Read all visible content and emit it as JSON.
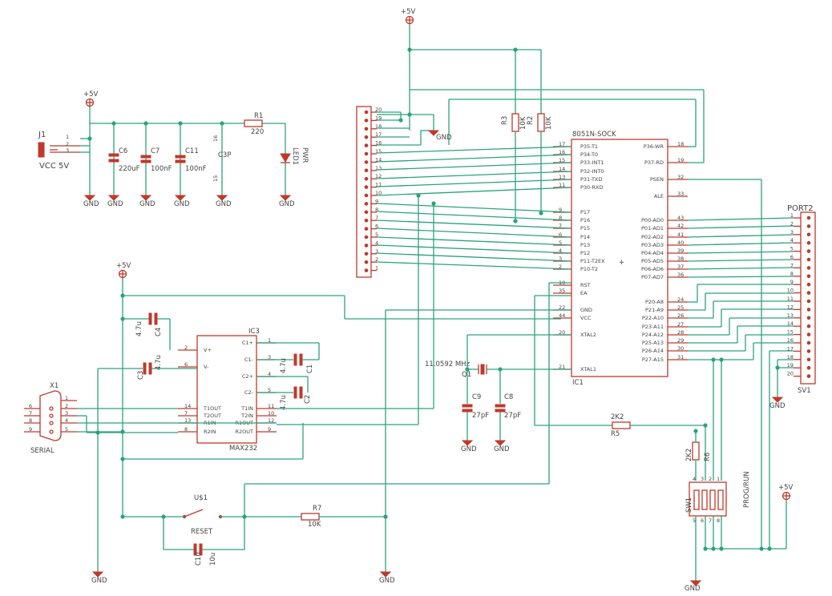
{
  "power": {
    "vcc_top": "+5V",
    "vcc_left": "+5V",
    "vcc_mid": "+5V",
    "vcc_right": "+5V",
    "gnd": "GND"
  },
  "j1": {
    "name": "J1",
    "value": "VCC 5V",
    "pins": [
      "1",
      "2",
      "3"
    ]
  },
  "caps_power": [
    {
      "name": "C6",
      "value": "220uF"
    },
    {
      "name": "C7",
      "value": "100nF"
    },
    {
      "name": "C11",
      "value": "100nF"
    }
  ],
  "c3p": {
    "name": "C3P",
    "pin_a": "16",
    "pin_b": "15"
  },
  "r1": {
    "name": "R1",
    "value": "220"
  },
  "led1": {
    "name": "LED1",
    "value": "PWR"
  },
  "r3": {
    "name": "R3",
    "value": "10K"
  },
  "r2": {
    "name": "R2",
    "value": "10K"
  },
  "header": {
    "pins": [
      "20",
      "19",
      "18",
      "17",
      "16",
      "15",
      "14",
      "13",
      "12",
      "11",
      "10",
      "9",
      "8",
      "7",
      "6",
      "5",
      "4",
      "3",
      "2",
      "1"
    ]
  },
  "ic1": {
    "title": "8051N-SOCK",
    "name": "IC1",
    "left_pins": [
      {
        "num": "17",
        "label": "P35-T1"
      },
      {
        "num": "16",
        "label": "P34-T0"
      },
      {
        "num": "15",
        "label": "P33-INT1"
      },
      {
        "num": "14",
        "label": "P32-INT0"
      },
      {
        "num": "13",
        "label": "P31-TXD"
      },
      {
        "num": "11",
        "label": "P30-RXD"
      },
      {
        "num": "9",
        "label": "P17"
      },
      {
        "num": "8",
        "label": "P16"
      },
      {
        "num": "7",
        "label": "P15"
      },
      {
        "num": "6",
        "label": "P14"
      },
      {
        "num": "5",
        "label": "P13"
      },
      {
        "num": "4",
        "label": "P12"
      },
      {
        "num": "3",
        "label": "P11-T2EX"
      },
      {
        "num": "2",
        "label": "P10-T2"
      },
      {
        "num": "10",
        "label": "RST"
      },
      {
        "num": "35",
        "label": "EA"
      },
      {
        "num": "22",
        "label": "GND"
      },
      {
        "num": "44",
        "label": "VCC"
      },
      {
        "num": "20",
        "label": "XTAL2"
      },
      {
        "num": "21",
        "label": "XTAL1"
      }
    ],
    "right_pins": [
      {
        "num": "18",
        "label": "P36-WR"
      },
      {
        "num": "19",
        "label": "P37-RD"
      },
      {
        "num": "32",
        "label": "PSEN"
      },
      {
        "num": "33",
        "label": "ALE"
      },
      {
        "num": "43",
        "label": "P00-AD0"
      },
      {
        "num": "42",
        "label": "P01-AD1"
      },
      {
        "num": "41",
        "label": "P02-AD2"
      },
      {
        "num": "40",
        "label": "P03-AD3"
      },
      {
        "num": "39",
        "label": "P04-AD4"
      },
      {
        "num": "38",
        "label": "P05-AD5"
      },
      {
        "num": "37",
        "label": "P06-AD6"
      },
      {
        "num": "36",
        "label": "P07-AD7"
      },
      {
        "num": "24",
        "label": "P20-A8"
      },
      {
        "num": "25",
        "label": "P21-A9"
      },
      {
        "num": "26",
        "label": "P22-A10"
      },
      {
        "num": "27",
        "label": "P23-A11"
      },
      {
        "num": "28",
        "label": "P24-A12"
      },
      {
        "num": "29",
        "label": "P25-A13"
      },
      {
        "num": "30",
        "label": "P26-A14"
      },
      {
        "num": "31",
        "label": "P27-A15"
      }
    ]
  },
  "port2": {
    "name": "PORT2",
    "ref": "SV1",
    "pins": [
      "1",
      "2",
      "3",
      "4",
      "5",
      "6",
      "7",
      "8",
      "9",
      "10",
      "11",
      "12",
      "13",
      "14",
      "15",
      "16",
      "17",
      "18",
      "19",
      "20"
    ]
  },
  "ic3": {
    "name": "IC3",
    "value": "MAX232",
    "left_pins": [
      {
        "num": "2",
        "label": "V+"
      },
      {
        "num": "6",
        "label": "V-"
      },
      {
        "num": "14",
        "label": "T1OUT"
      },
      {
        "num": "7",
        "label": "T2OUT"
      },
      {
        "num": "13",
        "label": "R1IN"
      },
      {
        "num": "8",
        "label": "R2IN"
      }
    ],
    "right_pins": [
      {
        "num": "1",
        "label": "C1+"
      },
      {
        "num": "3",
        "label": "C1-"
      },
      {
        "num": "4",
        "label": "C2+"
      },
      {
        "num": "5",
        "label": "C2-"
      },
      {
        "num": "11",
        "label": "T1IN"
      },
      {
        "num": "10",
        "label": "T2IN"
      },
      {
        "num": "12",
        "label": "R1OUT"
      },
      {
        "num": "9",
        "label": "R2OUT"
      }
    ]
  },
  "caps_max": [
    {
      "name": "C4",
      "value": "4.7u"
    },
    {
      "name": "C3",
      "value": "4.7u"
    },
    {
      "name": "C1",
      "value": "4.7u"
    },
    {
      "name": "C2",
      "value": "4.7u"
    }
  ],
  "x1": {
    "name": "X1",
    "value": "SERIAL",
    "pins_left": [
      "6",
      "7",
      "8",
      "9"
    ],
    "pins_right": [
      "1",
      "2",
      "3",
      "4",
      "5"
    ]
  },
  "crystal": {
    "name": "Q1",
    "value": "11.0592 MHz"
  },
  "c9": {
    "name": "C9",
    "value": "27pF"
  },
  "c8": {
    "name": "C8",
    "value": "27pF"
  },
  "r5": {
    "name": "R5",
    "value": "2K2"
  },
  "r6": {
    "name": "R6",
    "value": "2K2"
  },
  "reset": {
    "name": "U$1",
    "value": "RESET"
  },
  "r7": {
    "name": "R7",
    "value": "10K"
  },
  "c10": {
    "name": "C10",
    "value": "10u"
  },
  "sw1": {
    "name": "SW1",
    "value": "PROG/RUN",
    "pins_top": [
      "4",
      "3",
      "2",
      "1"
    ],
    "pins_bottom": [
      "5",
      "6",
      "7",
      "8"
    ]
  },
  "colors": {
    "wire": "#2aa37c",
    "part": "#c0392b",
    "text": "#444444"
  }
}
